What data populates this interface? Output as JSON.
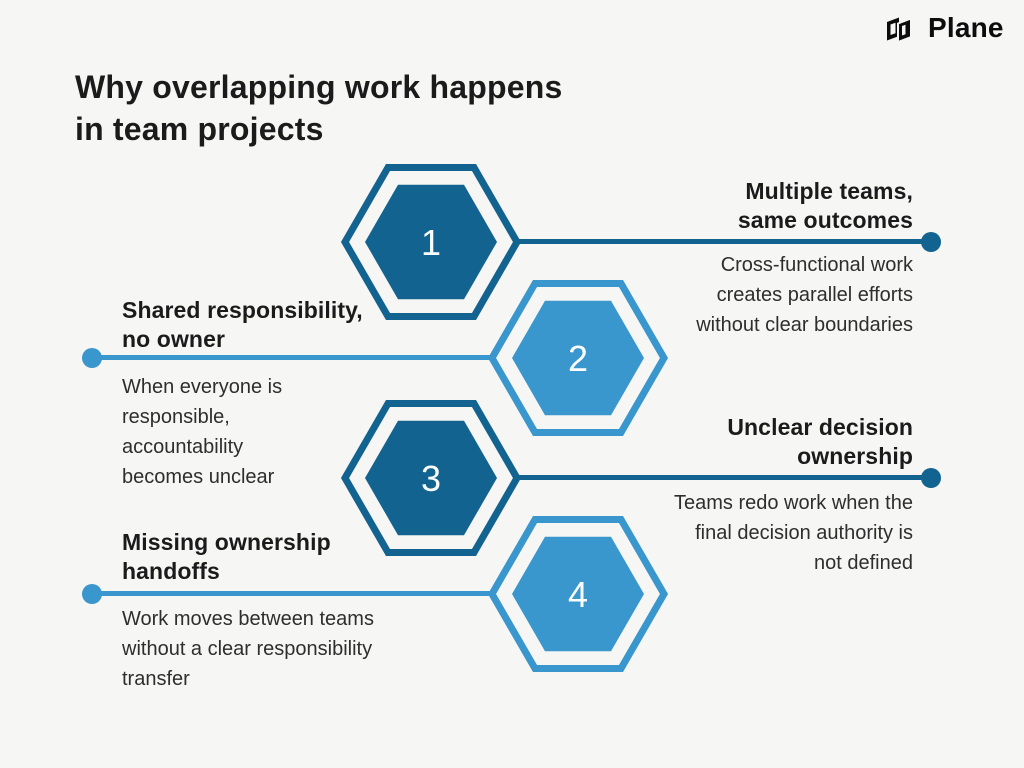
{
  "page": {
    "background": "#F6F6F4"
  },
  "colors": {
    "dark": "#136390",
    "light": "#3997CE",
    "bg": "#F6F6F4"
  },
  "logo": {
    "text": "Plane"
  },
  "title": "Why overlapping work happens\nin team projects",
  "steps": [
    {
      "number": "1",
      "tone": "dark",
      "side": "right",
      "heading": "Multiple teams,\nsame outcomes",
      "body": "Cross-functional work\ncreates parallel efforts\nwithout clear boundaries"
    },
    {
      "number": "2",
      "tone": "light",
      "side": "left",
      "heading": "Shared responsibility,\nno owner",
      "body": "When everyone is\nresponsible,\naccountability\nbecomes unclear"
    },
    {
      "number": "3",
      "tone": "dark",
      "side": "right",
      "heading": "Unclear decision\nownership",
      "body": "Teams redo work when the\nfinal decision authority is\nnot defined"
    },
    {
      "number": "4",
      "tone": "light",
      "side": "left",
      "heading": "Missing ownership\nhandoffs",
      "body": "Work moves between teams\nwithout a clear responsibility\ntransfer"
    }
  ]
}
